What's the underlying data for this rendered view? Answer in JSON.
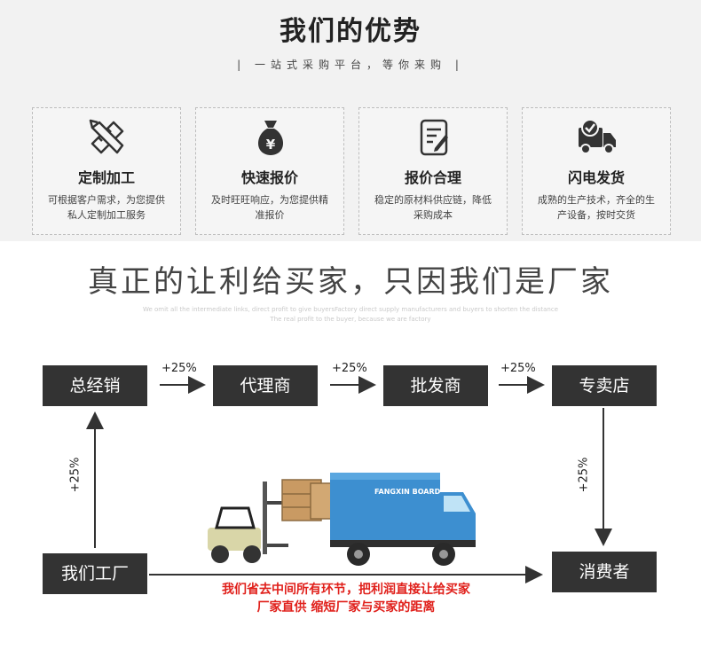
{
  "header": {
    "title": "我们的优势",
    "subtitle": "| 一站式采购平台，等你来购 |"
  },
  "advantages": [
    {
      "icon": "pencil-ruler-icon",
      "title": "定制加工",
      "desc": "可根据客户需求，为您提供私人定制加工服务"
    },
    {
      "icon": "money-bag-icon",
      "title": "快速报价",
      "desc": "及时旺旺响应，为您提供精准报价"
    },
    {
      "icon": "document-edit-icon",
      "title": "报价合理",
      "desc": "稳定的原材料供应链，降低采购成本"
    },
    {
      "icon": "delivery-truck-icon",
      "title": "闪电发货",
      "desc": "成熟的生产技术，齐全的生产设备，按时交货"
    }
  ],
  "headline": "真正的让利给买家，只因我们是厂家",
  "eng_line1": "We omit all the intermediate links, direct profit to give buyersFactory direct supply manufacturers and buyers to shorten the distance",
  "eng_line2": "The real profit to the buyer, because we are factory",
  "flow": {
    "boxes": [
      "总经销",
      "代理商",
      "批发商",
      "专卖店",
      "我们工厂",
      "消费者"
    ],
    "markups": [
      "+25%",
      "+25%",
      "+25%",
      "+25%",
      "+25%"
    ],
    "truck_text": "FANGXIN BOARD"
  },
  "note": {
    "line1": "我们省去中间所有环节，把利润直接让给买家",
    "line2": "厂家直供 缩短厂家与买家的距离"
  },
  "colors": {
    "box": "#333333",
    "truck": "#3d8fd0",
    "red": "#e0201b"
  }
}
